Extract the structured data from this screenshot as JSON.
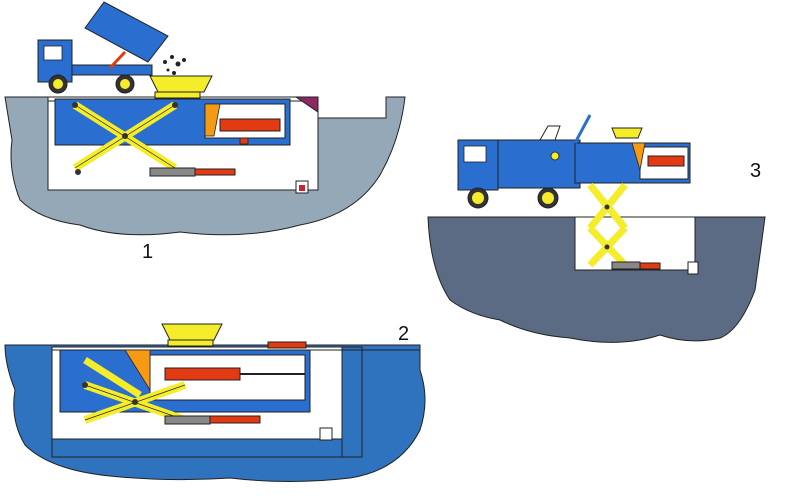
{
  "panels": [
    {
      "id": "panel-1",
      "label": "1"
    },
    {
      "id": "panel-2",
      "label": "2"
    },
    {
      "id": "panel-3",
      "label": "3"
    }
  ],
  "colors": {
    "ground_panel_1": "#94a8b8",
    "ground_panel_2": "#2f72bd",
    "ground_panel_3": "#5c6b84",
    "truck_blue": "#2a6fcf",
    "scissor_yellow": "#f5ec2a",
    "hydraulic_red": "#e23a12",
    "wedge_orange": "#f49a14",
    "wedge_magenta": "#8d2a66",
    "outline": "#222222"
  }
}
